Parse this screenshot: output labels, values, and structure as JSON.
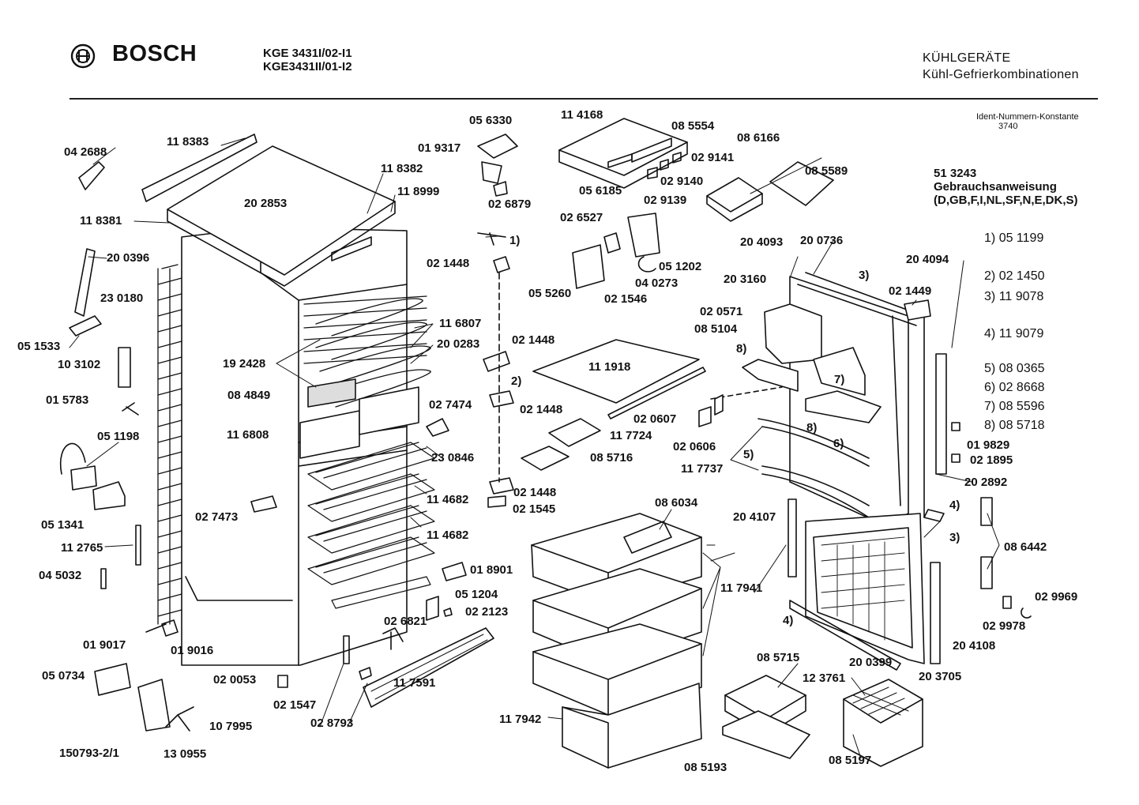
{
  "header": {
    "brand": "BOSCH",
    "models": [
      "KGE 3431I/02-I1",
      "KGE3431II/01-I2"
    ],
    "category_title": "KÜHLGERÄTE",
    "category_subtitle": "Kühl-Gefrierkombinationen"
  },
  "ident": {
    "title": "Ident-Nummern-Konstante",
    "code": "3740"
  },
  "manual": {
    "number": "51 3243",
    "title": "Gebrauchsanweisung",
    "languages": "(D,GB,F,I,NL,SF,N,E,DK,S)"
  },
  "footnotes": [
    {
      "key": "1)",
      "part": "05 1199"
    },
    {
      "key": "2)",
      "part": "02 1450"
    },
    {
      "key": "3)",
      "part": "11 9078"
    },
    {
      "key": "4)",
      "part": "11 9079"
    },
    {
      "key": "5)",
      "part": "08 0365"
    },
    {
      "key": "6)",
      "part": "02 8668"
    },
    {
      "key": "7)",
      "part": "08 5596"
    },
    {
      "key": "8)",
      "part": "08 5718"
    }
  ],
  "part_labels": [
    "04 2688",
    "11 8383",
    "20 2853",
    "11 8382",
    "11 8999",
    "11 8381",
    "20 0396",
    "23 0180",
    "05 1533",
    "10 3102",
    "01 5783",
    "05 1198",
    "05 1341",
    "11 2765",
    "04 5032",
    "01 9017",
    "01 9016",
    "05 0734",
    "10 7995",
    "13 0955",
    "19 2428",
    "08 4849",
    "11 6807",
    "20 0283",
    "11 6808",
    "23 0846",
    "11 4682",
    "11 4682",
    "02 7473",
    "02 1547",
    "02 8793",
    "02 0053",
    "02 6821",
    "11 7591",
    "05 6330",
    "01 9317",
    "02 6879",
    "1)",
    "02 1448",
    "02 1448",
    "2)",
    "02 1448",
    "02 7474",
    "02 1448",
    "02 1545",
    "01 8901",
    "05 1204",
    "02 2123",
    "11 4168",
    "08 5554",
    "02 9141",
    "05 6185",
    "02 9140",
    "02 9139",
    "08 6166",
    "08 5589",
    "02 6527",
    "05 1202",
    "04 0273",
    "05 5260",
    "02 1546",
    "11 1918",
    "02 0607",
    "11 7724",
    "08 5716",
    "08 6034",
    "11 7941",
    "11 7942",
    "08 5193",
    "08 5715",
    "12 3761",
    "08 5197",
    "20 4093",
    "20 0736",
    "20 3160",
    "3)",
    "02 1449",
    "20 4094",
    "02 0571",
    "08 5104",
    "8)",
    "7)",
    "8)",
    "02 0606",
    "11 7737",
    "5)",
    "6)",
    "01 9829",
    "02 1895",
    "20 2892",
    "4)",
    "3)",
    "20 4107",
    "08 6442",
    "02 9969",
    "02 9978",
    "4)",
    "20 0399",
    "20 3705",
    "20 4108"
  ],
  "doc_number": "150793-2/1"
}
